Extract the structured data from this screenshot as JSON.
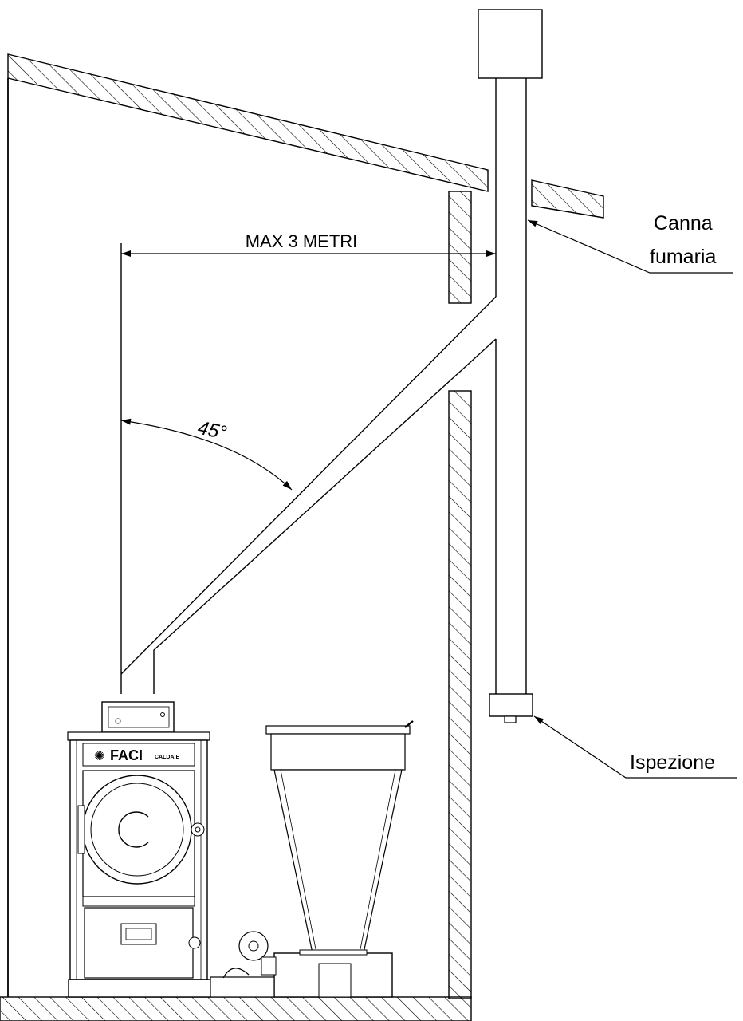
{
  "labels": {
    "max_distance": "MAX 3 METRI",
    "angle": "45°",
    "chimney_line1": "Canna",
    "chimney_line2": "fumaria",
    "inspection": "Ispezione"
  },
  "boiler": {
    "brand": "FACI",
    "brand_sub": "CALDAIE"
  },
  "colors": {
    "line": "#000000",
    "background": "#ffffff"
  }
}
